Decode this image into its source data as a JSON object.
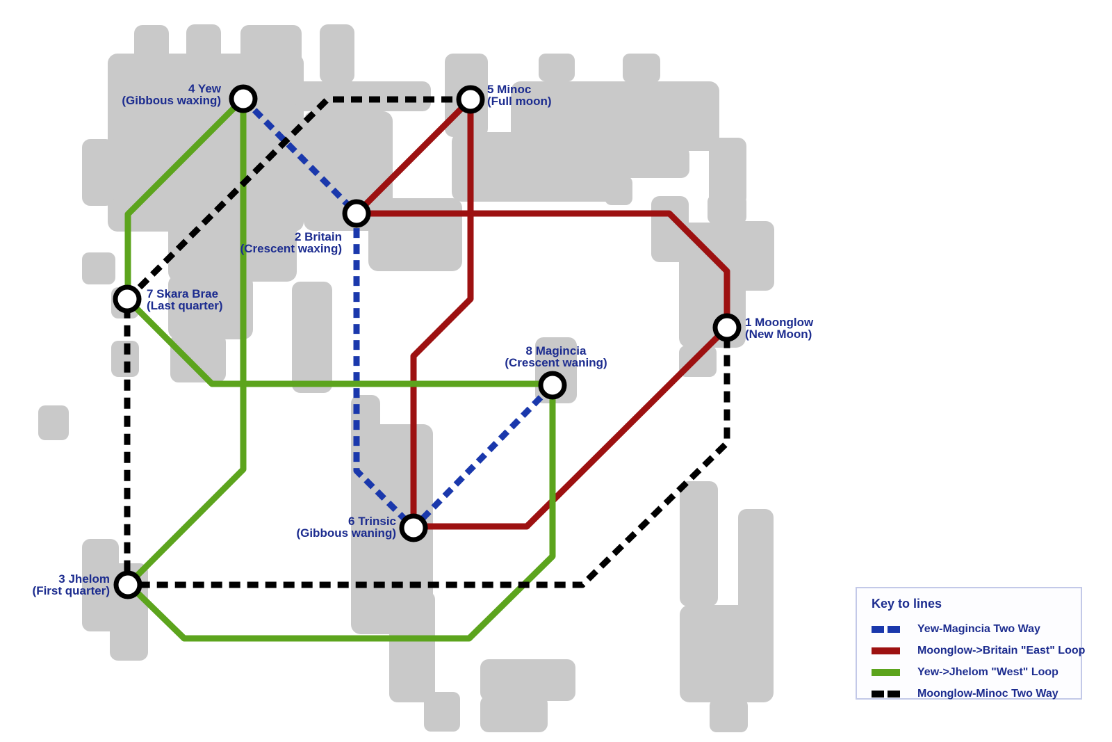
{
  "map": {
    "name": "moongate-transit-map",
    "background_color": "#ffffff",
    "land_color": "#c9c9c9",
    "label_text_color": "#1c2c8f",
    "stations": [
      {
        "number": 1,
        "label1": "1 Moonglow",
        "label2": "(New Moon)"
      },
      {
        "number": 2,
        "label1": "2 Britain",
        "label2": "(Crescent waxing)"
      },
      {
        "number": 3,
        "label1": "3 Jhelom",
        "label2": "(First quarter)"
      },
      {
        "number": 4,
        "label1": "4 Yew",
        "label2": "(Gibbous waxing)"
      },
      {
        "number": 5,
        "label1": "5 Minoc",
        "label2": "(Full moon)"
      },
      {
        "number": 6,
        "label1": "6 Trinsic",
        "label2": "(Gibbous waning)"
      },
      {
        "number": 7,
        "label1": "7 Skara Brae",
        "label2": "(Last quarter)"
      },
      {
        "number": 8,
        "label1": "8 Magincia",
        "label2": "(Crescent waning)"
      }
    ],
    "lines": [
      {
        "name": "Yew-Magincia Two Way",
        "color": "#1a38ac",
        "style": "dashed",
        "loop": false,
        "stations": [
          "Yew",
          "Britain",
          "Trinsic",
          "Magincia"
        ]
      },
      {
        "name": "Moonglow->Britain \"East\" Loop",
        "color": "#9d1111",
        "style": "solid",
        "loop": true,
        "stations": [
          "Moonglow",
          "Trinsic",
          "Minoc",
          "Britain"
        ]
      },
      {
        "name": "Yew->Jhelom \"West\" Loop",
        "color": "#5ca41d",
        "style": "solid",
        "loop": true,
        "stations": [
          "Yew",
          "Skara Brae",
          "Magincia",
          "Jhelom"
        ]
      },
      {
        "name": "Moonglow-Minoc Two Way",
        "color": "#000000",
        "style": "dashed",
        "loop": false,
        "stations": [
          "Minoc",
          "Skara Brae",
          "Jhelom",
          "Moonglow"
        ]
      }
    ]
  },
  "legend": {
    "title": "Key to lines",
    "items": [
      {
        "label": "Yew-Magincia Two Way",
        "color": "#1a38ac",
        "style": "dashed"
      },
      {
        "label": "Moonglow->Britain \"East\" Loop",
        "color": "#9d1111",
        "style": "solid"
      },
      {
        "label": "Yew->Jhelom \"West\" Loop",
        "color": "#5ca41d",
        "style": "solid"
      },
      {
        "label": "Moonglow-Minoc Two Way",
        "color": "#000000",
        "style": "dashed"
      }
    ]
  }
}
